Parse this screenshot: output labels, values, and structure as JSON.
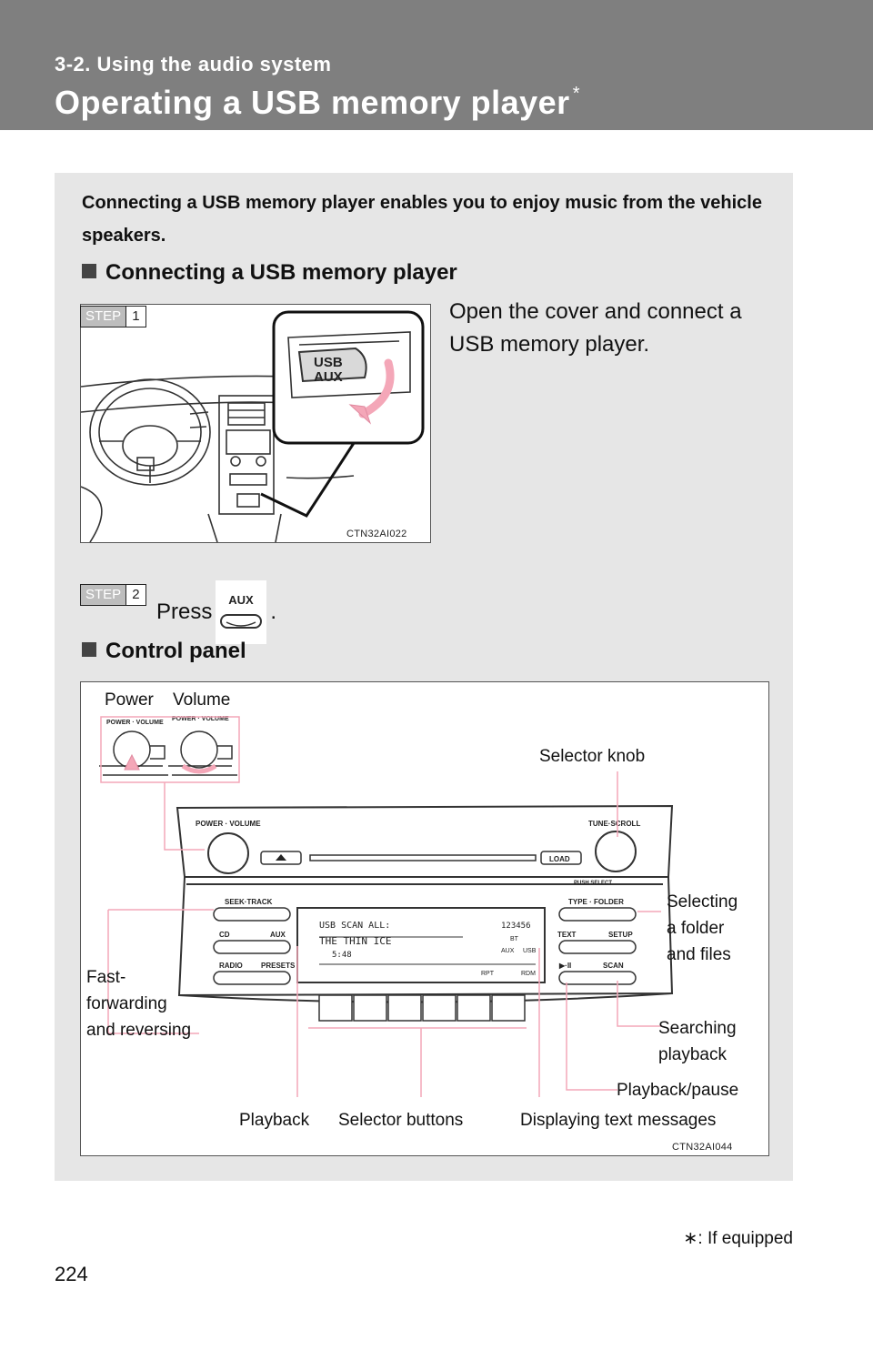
{
  "header": {
    "section": "3-2. Using the audio system",
    "title": "Operating a USB memory player",
    "title_mark": "*"
  },
  "intro": "Connecting a USB memory player enables you to enjoy music from the vehicle speakers.",
  "sections": {
    "connecting": "Connecting a USB memory player",
    "control_panel": "Control panel"
  },
  "step1": {
    "label": "STEP",
    "number": "1",
    "text": "Open the cover and connect a USB memory player.",
    "figure_code": "CTN32AI022",
    "usb_text": "USB",
    "aux_text": "AUX"
  },
  "step2": {
    "label": "STEP",
    "number": "2",
    "text_before": "Press",
    "text_after": ".",
    "button_text": "AUX"
  },
  "control_panel": {
    "figure_code": "CTN32AI044",
    "labels": {
      "power": "Power",
      "volume": "Volume",
      "selector_knob": "Selector knob",
      "selecting_folder": [
        "Selecting",
        "a folder",
        "and files"
      ],
      "fast_forwarding": [
        "Fast-",
        "forwarding",
        "and reversing"
      ],
      "searching_playback": [
        "Searching",
        "playback"
      ],
      "playback_pause": "Playback/pause",
      "playback": "Playback",
      "selector_buttons": "Selector buttons",
      "displaying_text": "Displaying text messages"
    },
    "unit": {
      "power_volume": "POWER · VOLUME",
      "tune_scroll": "TUNE·SCROLL",
      "load": "LOAD",
      "push_select": "PUSH SELECT",
      "seek_track": "SEEK·TRACK",
      "type_folder": "TYPE · FOLDER",
      "cd": "CD",
      "aux": "AUX",
      "text": "TEXT",
      "setup": "SETUP",
      "radio": "RADIO",
      "presets": "PRESETS",
      "scan": "SCAN",
      "play_pause": "▶·II",
      "display_line1": "USB SCAN ALL:",
      "display_line2": "THE THIN ICE",
      "display_time": "5:48",
      "display_presets": "123456",
      "display_rpt": "RPT",
      "display_rdm": "RDM",
      "display_aux": "AUX",
      "display_usb": "USB",
      "display_bt": "BT"
    }
  },
  "footnote": ": If equipped",
  "footnote_mark": "∗",
  "page_number": "224"
}
